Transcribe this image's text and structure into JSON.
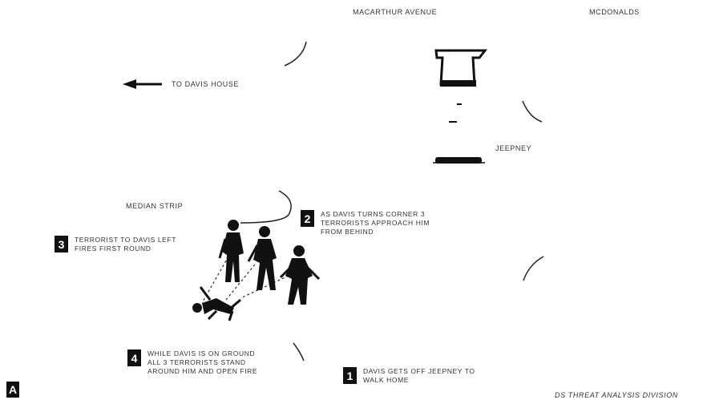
{
  "labels": {
    "street": "MACARTHUR AVENUE",
    "restaurant": "MCDONALDS",
    "to_house": "TO DAVIS HOUSE",
    "vehicle": "JEEPNEY",
    "median": "MEDIAN STRIP",
    "credit": "DS THREAT ANALYSIS DIVISION"
  },
  "panel": "A",
  "steps": [
    {
      "number": "1",
      "text": "DAVIS GETS OFF JEEPNEY TO\nWALK HOME"
    },
    {
      "number": "2",
      "text": "AS DAVIS TURNS CORNER 3\nTERRORISTS APPROACH HIM\nFROM BEHIND"
    },
    {
      "number": "3",
      "text": "TERRORIST TO DAVIS LEFT\nFIRES FIRST ROUND"
    },
    {
      "number": "4",
      "text": "WHILE DAVIS IS ON GROUND\nALL 3 TERRORISTS STAND\nAROUND HIM AND OPEN FIRE"
    }
  ],
  "icons": [
    "arrow-left-icon",
    "jeepney-icon",
    "terrorist-figure-icon",
    "victim-figure-icon"
  ]
}
